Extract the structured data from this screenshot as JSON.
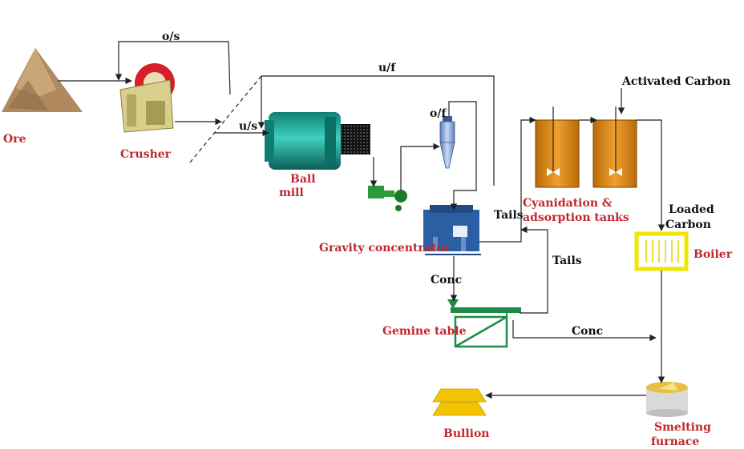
{
  "labels": {
    "ore": "Ore",
    "crusher": "Crusher",
    "os": "o/s",
    "us": "u/s",
    "uf": "u/f",
    "ball": "Ball",
    "mill": "mill",
    "of": "o/f",
    "activated_carbon": "Activated Carbon",
    "cyanidation_line1": "Cyanidation &",
    "cyanidation_line2": "adsorption tanks",
    "tails_left": "Tails",
    "tails_right": "Tails",
    "loaded": "Loaded",
    "carbon": "Carbon",
    "boiler": "Boiler",
    "gravity": "Gravity concentrator",
    "conc_top": "Conc",
    "conc_bottom": "Conc",
    "gemine": "Gemine table",
    "bullion": "Bullion",
    "smelting": "Smelting",
    "furnace": "furnace"
  },
  "colors": {
    "label_red": "#c0282d",
    "mill_teal": "#1aa89a",
    "tank_orange": "#d9860f",
    "boiler_yellow": "#f2e600",
    "gemine_green": "#1e8b44",
    "gravity_blue": "#2b5fa3",
    "bullion_gold": "#f5c400"
  }
}
